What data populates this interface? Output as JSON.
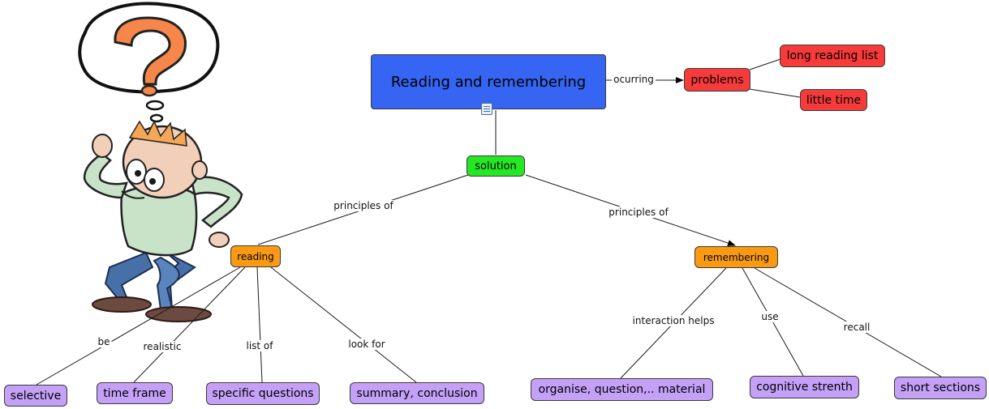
{
  "nodes": {
    "main": "Reading and remembering",
    "problems": "problems",
    "long_reading_list": "long reading list",
    "little_time": "little time",
    "solution": "solution",
    "reading": "reading",
    "remembering": "remembering",
    "selective": "selective",
    "time_frame": "time frame",
    "specific_questions": "specific questions",
    "summary_conclusion": "summary, conclusion",
    "organise_material": "organise, question,.. material",
    "cognitive_strenth": "cognitive strenth",
    "short_sections": "short sections"
  },
  "links": {
    "ocurring": "ocurring",
    "principles_of_reading": "principles of",
    "principles_of_remembering": "principles of",
    "be": "be",
    "realistic": "realistic",
    "list_of": "list of",
    "look_for": "look for",
    "interaction_helps": "interaction helps",
    "use": "use",
    "recall": "recall"
  },
  "icons": {
    "resource": "document-resource-icon",
    "illustration": "confused-man-question-mark-illustration"
  },
  "colors": {
    "main": "#3565f2",
    "problem": "#f73b3b",
    "solution": "#25e825",
    "category": "#f99a12",
    "leaf": "#c4a0f7"
  }
}
